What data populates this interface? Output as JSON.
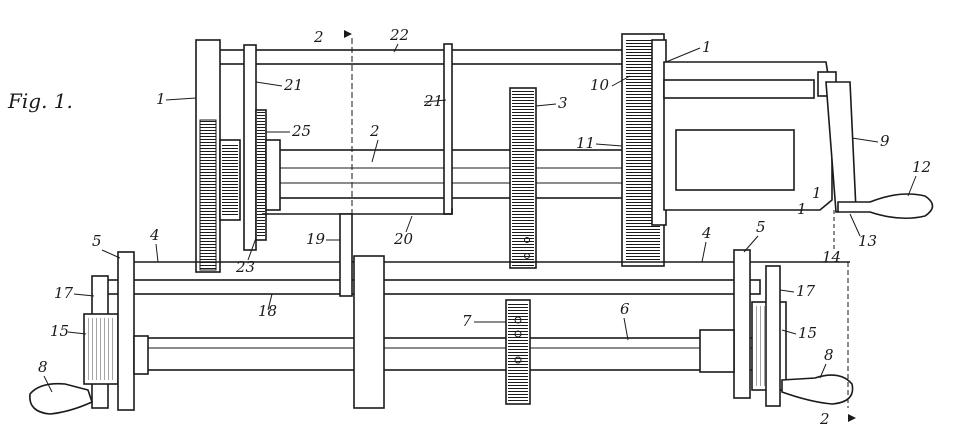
{
  "figure_title": "Fig. 1.",
  "colors": {
    "ink": "#1a1a1a",
    "paper": "#ffffff"
  },
  "labels": [
    "1",
    "1",
    "1",
    "1",
    "2",
    "2",
    "2",
    "3",
    "4",
    "4",
    "5",
    "5",
    "6",
    "7",
    "8",
    "8",
    "9",
    "10",
    "11",
    "12",
    "13",
    "14",
    "15",
    "15",
    "17",
    "17",
    "18",
    "19",
    "20",
    "21",
    "21",
    "22",
    "23",
    "25"
  ]
}
